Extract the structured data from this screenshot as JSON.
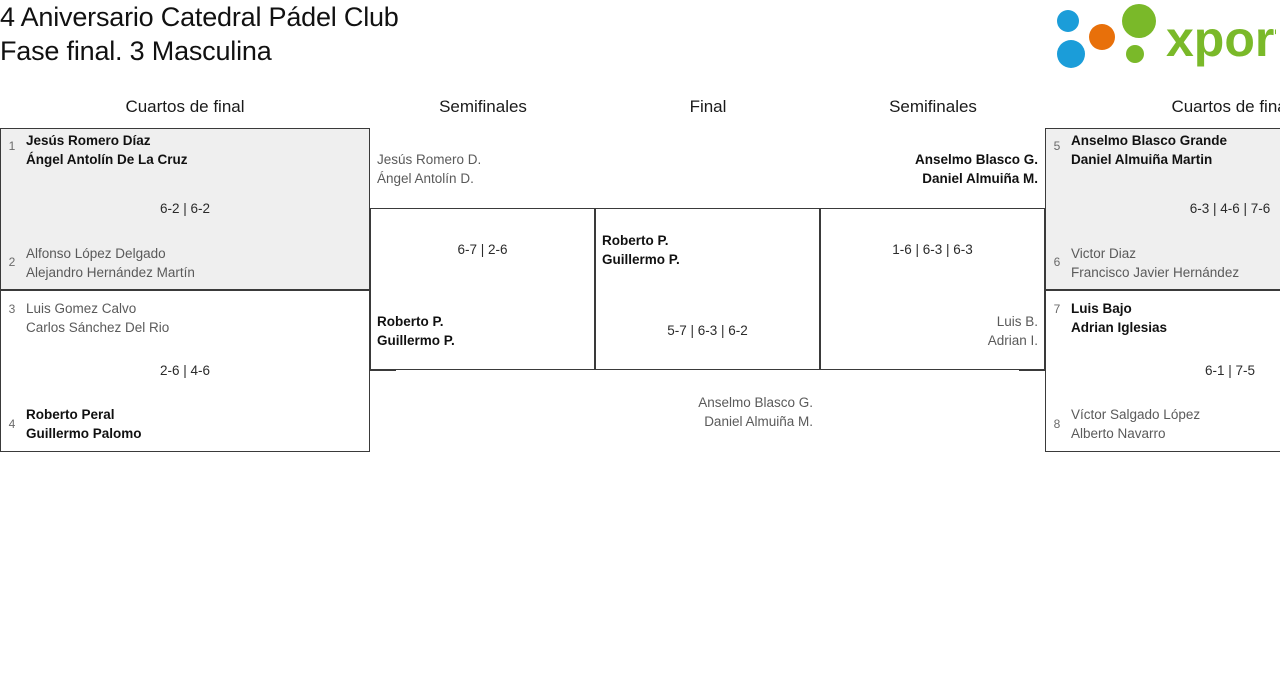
{
  "header": {
    "title_line1": "4 Aniversario Catedral Pádel Club",
    "title_line2": "Fase final. 3 Masculina",
    "logo_text": "xporty",
    "logo_colors": {
      "green": "#7AB929",
      "orange": "#E8700A",
      "blue": "#1B9DD9"
    }
  },
  "rounds": [
    {
      "id": "qf-left",
      "label": "Cuartos de final"
    },
    {
      "id": "sf-left",
      "label": "Semifinales"
    },
    {
      "id": "final",
      "label": "Final"
    },
    {
      "id": "sf-right",
      "label": "Semifinales"
    },
    {
      "id": "qf-right",
      "label": "Cuartos de final"
    }
  ],
  "matches": {
    "qf1": {
      "score": "6-2 | 6-2",
      "top": {
        "seed": "1",
        "p1": "Jesús Romero Díaz",
        "p2": "Ángel Antolín De La Cruz",
        "result": "win"
      },
      "bottom": {
        "seed": "2",
        "p1": "Alfonso López Delgado",
        "p2": "Alejandro Hernández Martín",
        "result": "lose"
      }
    },
    "qf2": {
      "score": "2-6 | 4-6",
      "top": {
        "seed": "3",
        "p1": "Luis Gomez Calvo",
        "p2": "Carlos Sánchez Del Rio",
        "result": "lose"
      },
      "bottom": {
        "seed": "4",
        "p1": "Roberto Peral",
        "p2": "Guillermo Palomo",
        "result": "win"
      }
    },
    "qf3": {
      "score": "6-3 | 4-6 | 7-6",
      "top": {
        "seed": "5",
        "p1": "Anselmo Blasco Grande",
        "p2": "Daniel Almuiña Martin",
        "result": "win"
      },
      "bottom": {
        "seed": "6",
        "p1": "Victor Diaz",
        "p2": "Francisco Javier Hernández",
        "result": "lose"
      }
    },
    "qf4": {
      "score": "6-1 | 7-5",
      "top": {
        "seed": "7",
        "p1": "Luis Bajo",
        "p2": "Adrian Iglesias",
        "result": "win"
      },
      "bottom": {
        "seed": "8",
        "p1": "Víctor Salgado López",
        "p2": "Alberto Navarro",
        "result": "lose"
      }
    },
    "sf1": {
      "score": "6-7 | 2-6",
      "top": {
        "p1": "Jesús Romero D.",
        "p2": "Ángel Antolín D.",
        "result": "lose"
      },
      "bottom": {
        "p1": "Roberto P.",
        "p2": "Guillermo P.",
        "result": "win"
      }
    },
    "sf2": {
      "score": "1-6 | 6-3 | 6-3",
      "top": {
        "p1": "Anselmo Blasco G.",
        "p2": "Daniel Almuiña M.",
        "result": "win"
      },
      "bottom": {
        "p1": "Luis B.",
        "p2": "Adrian I.",
        "result": "lose"
      }
    },
    "final": {
      "score": "5-7 | 6-3 | 6-2",
      "top": {
        "p1": "Roberto P.",
        "p2": "Guillermo P.",
        "result": "win"
      },
      "bottom": {
        "p1": "Anselmo Blasco G.",
        "p2": "Daniel Almuiña M.",
        "result": "lose"
      }
    }
  }
}
